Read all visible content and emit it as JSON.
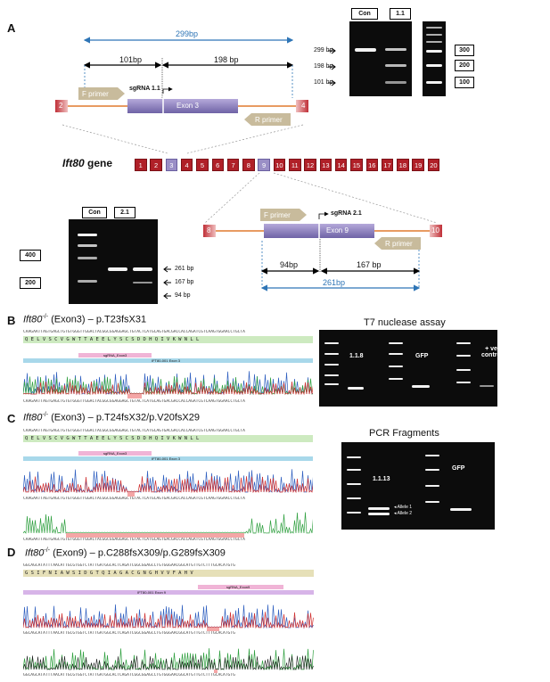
{
  "panels": {
    "A": "A",
    "B": "B",
    "C": "C",
    "D": "D"
  },
  "panelA": {
    "gene_name": "Ift80",
    "gene_suffix": " gene",
    "exons": [
      "1",
      "2",
      "3",
      "4",
      "5",
      "6",
      "7",
      "8",
      "9",
      "10",
      "11",
      "12",
      "13",
      "14",
      "15",
      "16",
      "17",
      "18",
      "19",
      "20"
    ],
    "upper": {
      "total": "299bp",
      "left": "101bp",
      "right": "198 bp",
      "f_primer": "F primer",
      "r_primer": "R primer",
      "sgrna": "sgRNA 1.1",
      "exon_label": "Exon 3",
      "flank_left": "2",
      "flank_right": "4"
    },
    "lower": {
      "total": "261bp",
      "left": "94bp",
      "right": "167 bp",
      "f_primer": "F primer",
      "r_primer": "R primer",
      "sgrna": "sgRNA 2.1",
      "exon_label": "Exon 9",
      "flank_left": "8",
      "flank_right": "10"
    },
    "gel_top": {
      "lanes": [
        "Con",
        "1.1"
      ],
      "left_labels": [
        "299 bp",
        "198 bp",
        "101 bp"
      ],
      "ladder": [
        "300",
        "200",
        "100"
      ]
    },
    "gel_bottom": {
      "lanes": [
        "Con",
        "2.1"
      ],
      "ladder": [
        "400",
        "200"
      ],
      "right_labels": [
        "261 bp",
        "167 bp",
        "94 bp"
      ]
    }
  },
  "panelB": {
    "title_gene": "Ift80",
    "title_sup": "-/-",
    "title_rest": " (Exon3) – p.T23fsX31",
    "seq": "CAAGAATTAGTGAGCTGTGTGGGTTGGACTACGGCGGAGGAGCTGTACTCATGCAGTGACGACCACCAGATCGTCAAGTGGAACCTGCTA",
    "aa": "Q E L V S C V G W T T A E E L Y S C S D D H Q I V K W N L L",
    "sgrna": "sgRNA_Exon3",
    "feature": "IFT80-001 Exon 3",
    "assay_title": "T7 nuclease assay",
    "gel_labels": [
      "1.1.8",
      "GFP",
      "+ ve control"
    ]
  },
  "panelC": {
    "title_gene": "Ift80",
    "title_sup": "-/-",
    "title_rest": " (Exon3) – p.T24fsX32/p.V20fsX29",
    "seq": "CAAGAATTAGTGAGCTGTGTGGGTTGGACTACGGCGGAGGAGCTGTACTCATGCAGTGACGACCACCAGATCGTCAAGTGGAACCTGCTA",
    "aa": "Q E L V S C V G W T T A E E L Y S C S D D H Q I V K W N L L",
    "sgrna": "sgRNA_Exon3",
    "feature": "IFT80-001 Exon 3",
    "fragments_title": "PCR Fragments",
    "gel_labels": [
      "1.1.13",
      "GFP"
    ],
    "alleles": [
      "Allele 1",
      "Allele 2"
    ]
  },
  "panelD": {
    "title_gene": "Ift80",
    "title_sup": "-/-",
    "title_rest": " (Exon9) – p.C288fsX309/p.G289fsX309",
    "seq": "GGCAGCATATTTAACATTGCGTGGTCTATTGATGGCACTCAGATCGGCGGAGCCTGTGGGAACGGCATGTTGTCTTTGCACATGTG",
    "aa": "G S I F N I A W S I D G T Q I A G A C G N G H V V F A H V",
    "sgrna": "sgRNA_Exon9",
    "feature": "IFT80-001 Exon 9"
  },
  "colors": {
    "exon_red": "#b02028",
    "exon_selected": "#9a8fc6",
    "arrow_blue": "#2e75b6",
    "primer_tan": "#c8bb9c",
    "intron_orange": "#e07a2e"
  }
}
